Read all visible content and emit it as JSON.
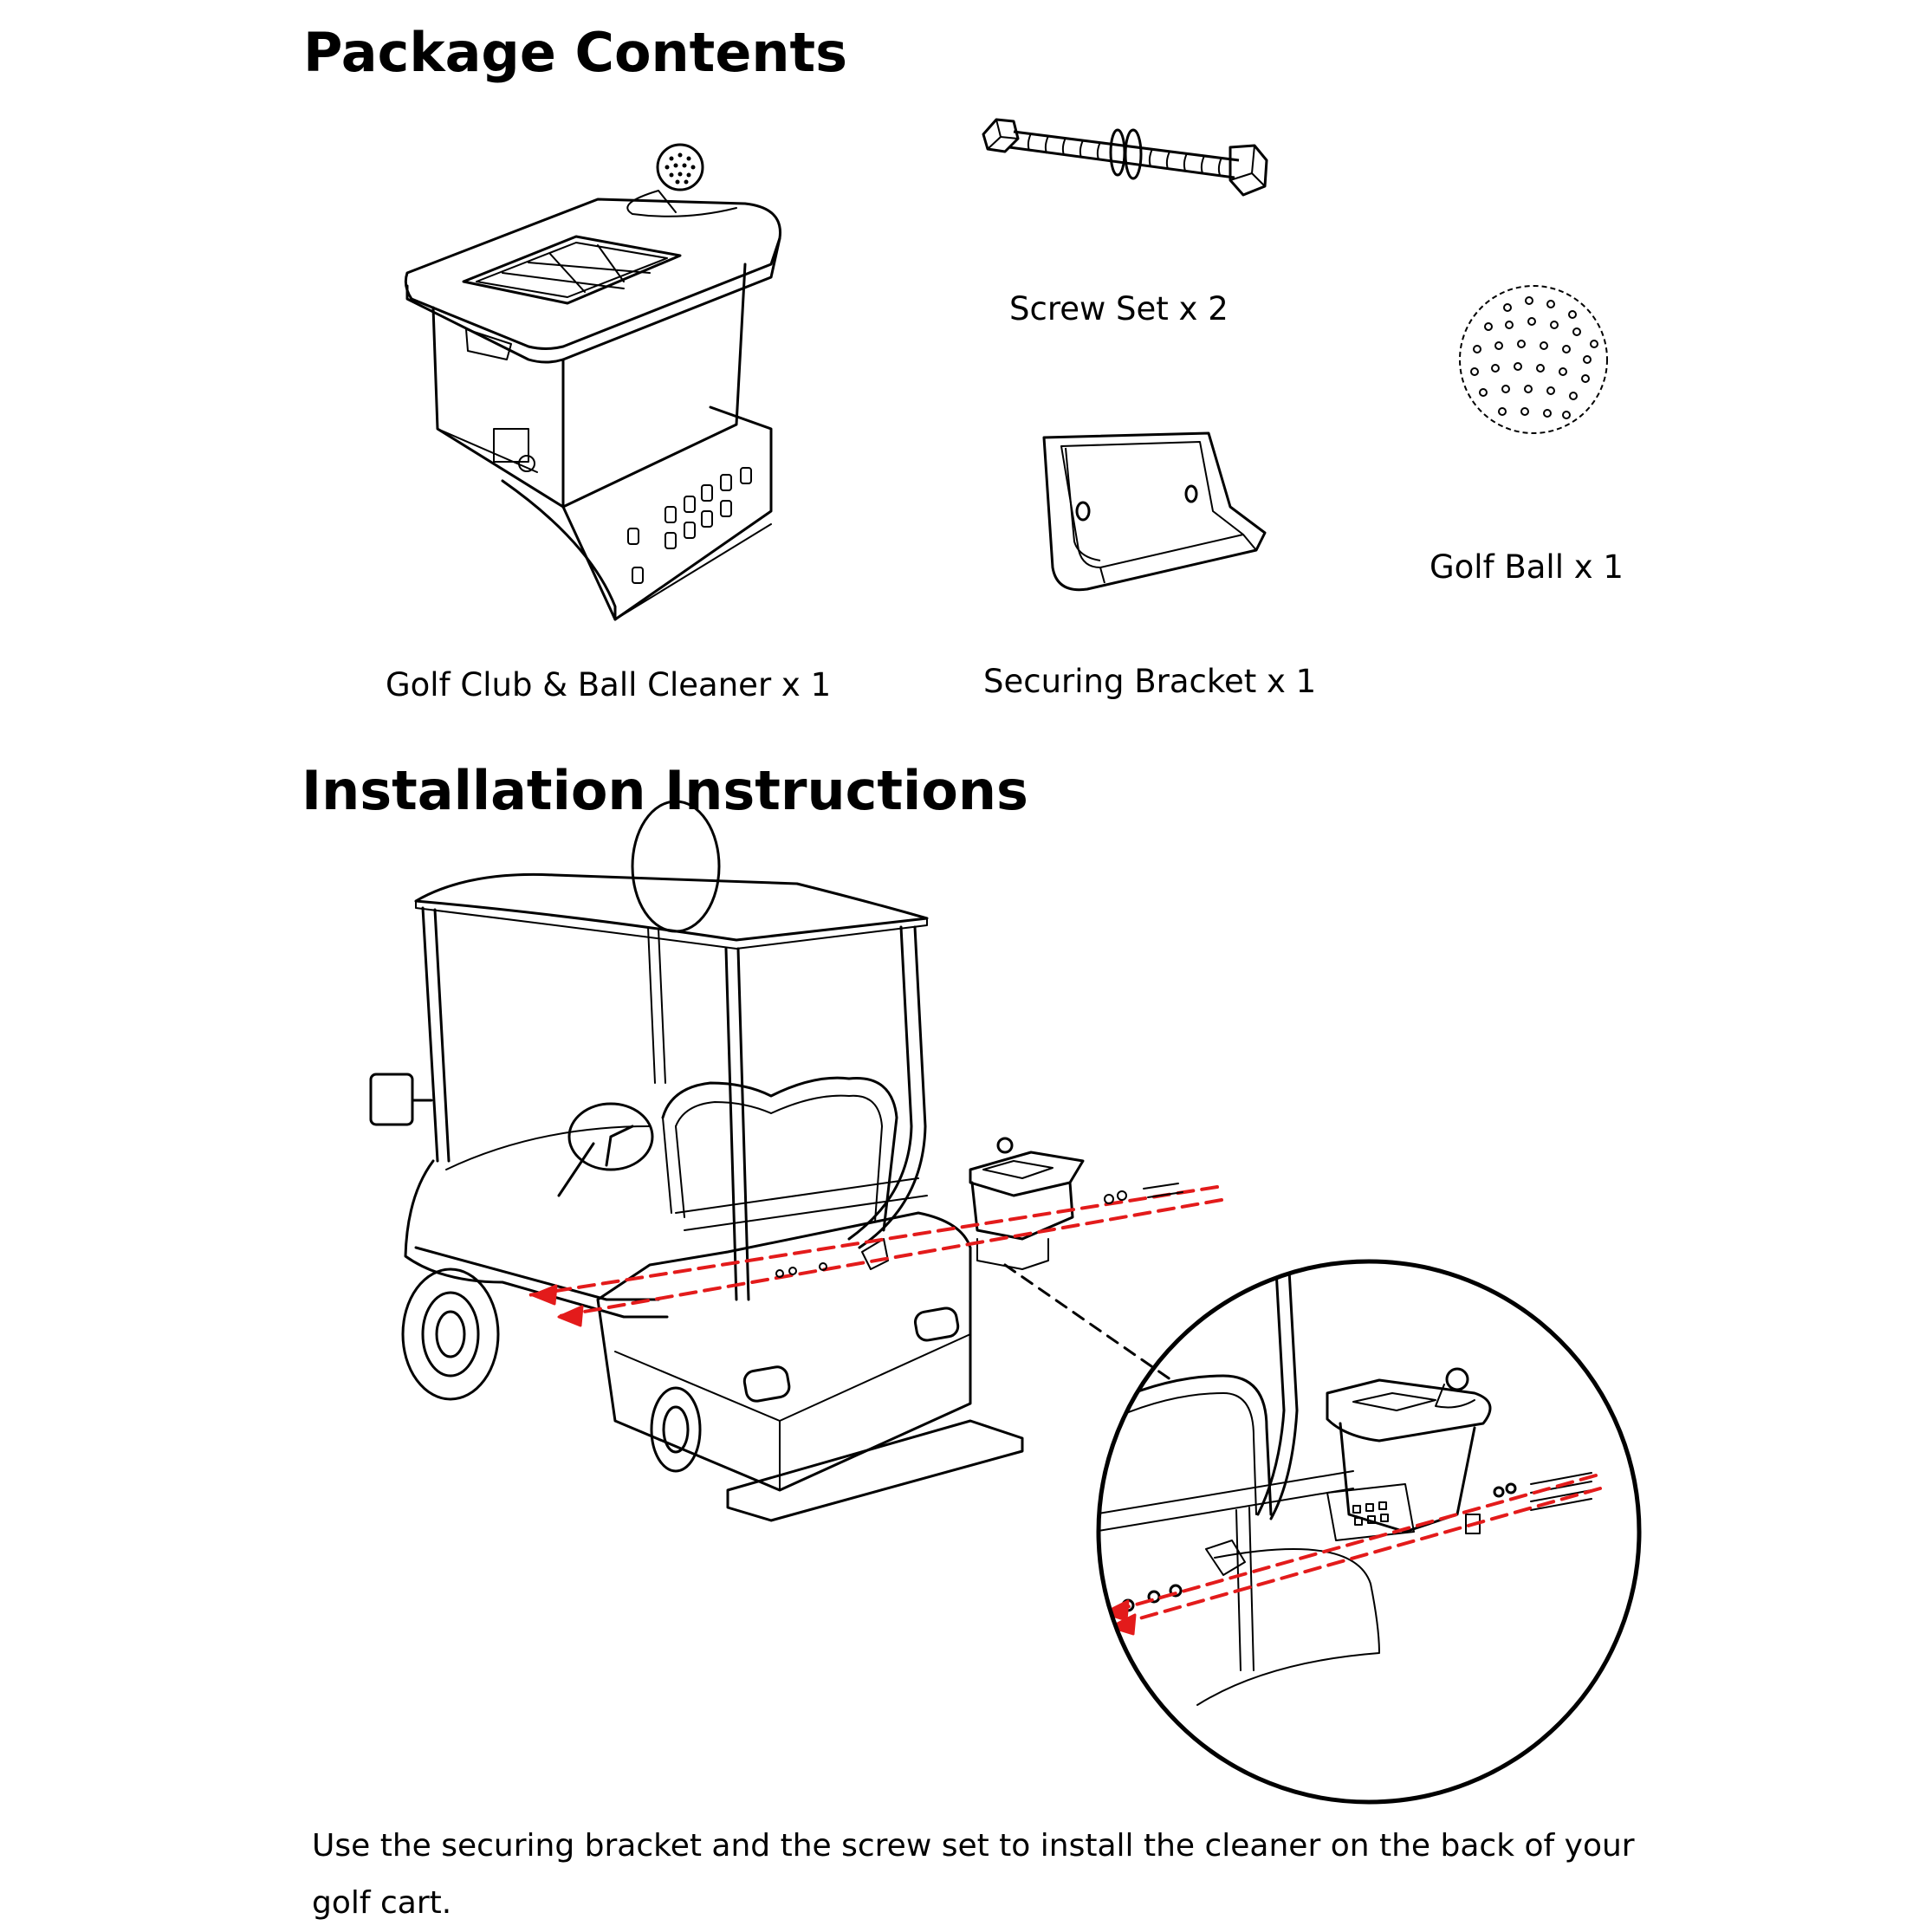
{
  "package_contents": {
    "title": "Package Contents",
    "items": [
      {
        "label": "Golf Club & Ball Cleaner x 1",
        "icon": "golf-club-ball-cleaner-icon"
      },
      {
        "label": "Screw Set x 2",
        "icon": "screw-set-icon"
      },
      {
        "label": "Securing Bracket x 1",
        "icon": "securing-bracket-icon"
      },
      {
        "label": "Golf Ball x 1",
        "icon": "golf-ball-icon"
      }
    ]
  },
  "installation": {
    "title": "Installation Instructions",
    "diagram_icon": "golf-cart-installation-diagram",
    "detail_icon": "installation-detail-magnifier",
    "instruction": "Use the securing bracket and the screw set to install the cleaner on the back of your golf cart."
  },
  "colors": {
    "line": "#000000",
    "arrow": "#e31b1b",
    "background": "#ffffff"
  }
}
